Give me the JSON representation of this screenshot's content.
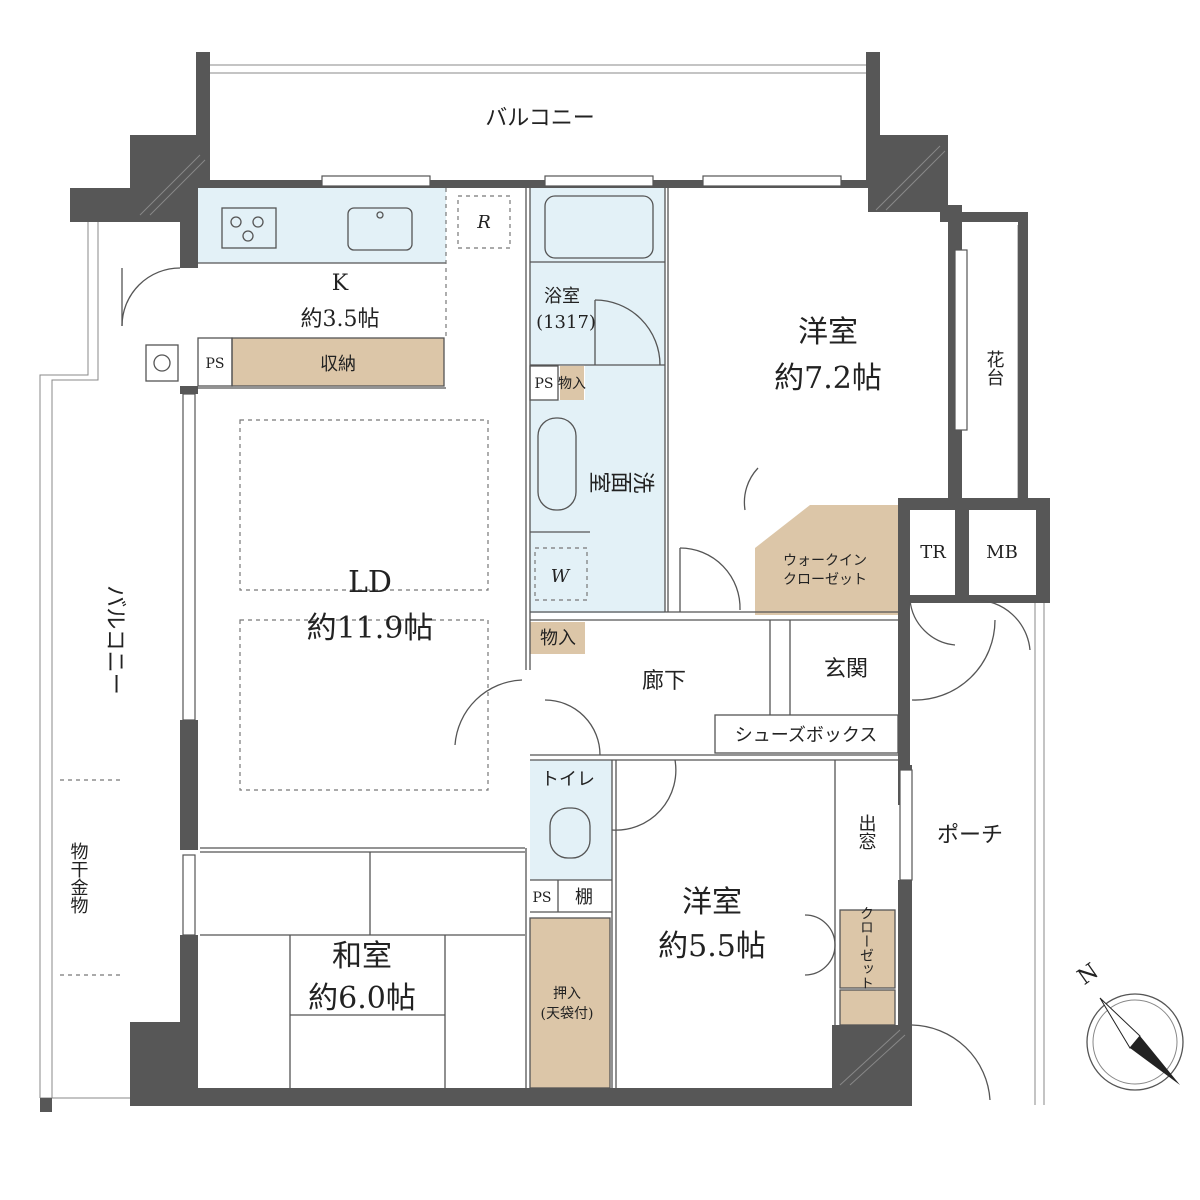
{
  "labels": {
    "balcony_top": "バルコニー",
    "balcony_left": "バルコニー",
    "kitchen_name": "K",
    "kitchen_size": "約3.5帖",
    "refrigerator": "R",
    "storage_kitchen": "収納",
    "ps_kitchen": "PS",
    "ld_name": "LD",
    "ld_size": "約11.9帖",
    "bath_name": "浴室",
    "bath_size": "(1317)",
    "ps_bath": "PS",
    "storage_bath": "物入",
    "washroom": "洗面室",
    "washer": "W",
    "western1_name": "洋室",
    "western1_size": "約7.2帖",
    "flower_stand": "花台",
    "walkin_line1": "ウォークイン",
    "walkin_line2": "クローゼット",
    "tr": "TR",
    "mb": "MB",
    "storage_hall": "物入",
    "hallway": "廊下",
    "entrance": "玄関",
    "shoebox": "シューズボックス",
    "toilet": "トイレ",
    "shelf": "棚",
    "ps_toilet": "PS",
    "oshiire_line1": "押入",
    "oshiire_line2": "(天袋付)",
    "western2_name": "洋室",
    "western2_size": "約5.5帖",
    "bay_window": "出窓",
    "closet": "クローゼット",
    "porch": "ポーチ",
    "japanese_name": "和室",
    "japanese_size": "約6.0帖",
    "drying_hardware": "物干金物",
    "north": "N"
  },
  "colors": {
    "wall": "#575757",
    "wet_area": "#e3f1f7",
    "storage": "#dcc6a8"
  }
}
